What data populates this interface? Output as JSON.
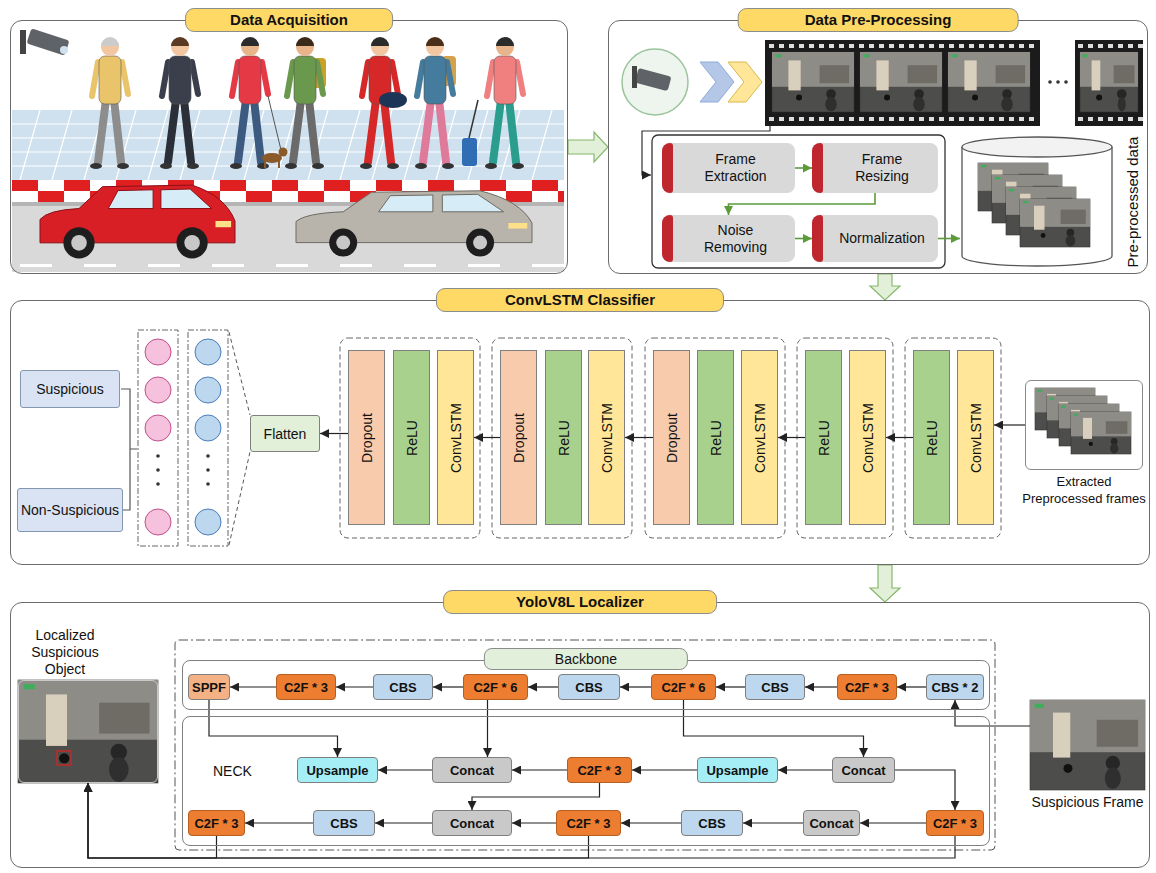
{
  "diagram": {
    "nodes": [
      {
        "text": [
          "Data Acquisition"
        ]
      },
      {
        "text": [
          "Data Pre-Processing"
        ]
      },
      {
        "text": [
          "Frame Extraction"
        ],
        "in": 1
      },
      {
        "text": [
          "Frame Resizing"
        ],
        "in": 1
      },
      {
        "text": [
          "Noise Removing"
        ],
        "in": 1
      },
      {
        "text": [
          "Normalization"
        ],
        "in": 1
      },
      {
        "text": [
          "Pre-processed data"
        ],
        "in": 1
      },
      {
        "text": [
          "ConvLSTM Classifier"
        ]
      },
      {
        "text": [
          "Suspicious"
        ],
        "in": 7
      },
      {
        "text": [
          "Non-Suspicious"
        ],
        "in": 7
      },
      {
        "text": [
          "Flatten"
        ],
        "in": 7
      },
      {
        "text": [
          "Dropout"
        ],
        "in": 7
      },
      {
        "text": [
          "ReLU"
        ],
        "in": 7
      },
      {
        "text": [
          "ConvLSTM"
        ],
        "in": 7
      },
      {
        "text": [
          "Dropout"
        ],
        "in": 7
      },
      {
        "text": [
          "ReLU"
        ],
        "in": 7
      },
      {
        "text": [
          "ConvLSTM"
        ],
        "in": 7
      },
      {
        "text": [
          "Dropout"
        ],
        "in": 7
      },
      {
        "text": [
          "ReLU"
        ],
        "in": 7
      },
      {
        "text": [
          "ConvLSTM"
        ],
        "in": 7
      },
      {
        "text": [
          "ReLU"
        ],
        "in": 7
      },
      {
        "text": [
          "ConvLSTM"
        ],
        "in": 7
      },
      {
        "text": [
          "ReLU"
        ],
        "in": 7
      },
      {
        "text": [
          "ConvLSTM"
        ],
        "in": 7
      },
      {
        "text": [
          "Extracted Preprocessed frames"
        ],
        "in": 7
      },
      {
        "text": [
          "YoloV8L Localizer"
        ]
      },
      {
        "text": [
          "Localized Suspicious Object"
        ],
        "in": 25
      },
      {
        "text": [
          "Backbone"
        ],
        "in": 25
      },
      {
        "text": [
          "SPPF"
        ],
        "in": 27
      },
      {
        "text": [
          "C2F * 3"
        ],
        "in": 27
      },
      {
        "text": [
          "CBS"
        ],
        "in": 27
      },
      {
        "text": [
          "C2F * 6"
        ],
        "in": 27
      },
      {
        "text": [
          "CBS"
        ],
        "in": 27
      },
      {
        "text": [
          "C2F * 6"
        ],
        "in": 27
      },
      {
        "text": [
          "CBS"
        ],
        "in": 27
      },
      {
        "text": [
          "C2F * 3"
        ],
        "in": 27
      },
      {
        "text": [
          "CBS * 2"
        ],
        "in": 27
      },
      {
        "text": [
          "NECK"
        ],
        "in": 25
      },
      {
        "text": [
          "Upsample"
        ],
        "in": 37
      },
      {
        "text": [
          "Concat"
        ],
        "in": 37
      },
      {
        "text": [
          "C2F * 3"
        ],
        "in": 37
      },
      {
        "text": [
          "Upsample"
        ],
        "in": 37
      },
      {
        "text": [
          "Concat"
        ],
        "in": 37
      },
      {
        "text": [
          "C2F * 3"
        ],
        "in": 37
      },
      {
        "text": [
          "CBS"
        ],
        "in": 37
      },
      {
        "text": [
          "Concat"
        ],
        "in": 37
      },
      {
        "text": [
          "C2F * 3"
        ],
        "in": 37
      },
      {
        "text": [
          "CBS"
        ],
        "in": 37
      },
      {
        "text": [
          "Concat"
        ],
        "in": 37
      },
      {
        "text": [
          "C2F * 3"
        ],
        "in": 37
      },
      {
        "text": [
          "Suspicious Frame"
        ],
        "in": 25
      }
    ],
    "edges": [
      {
        "from": 0,
        "to": 1,
        "arrow": "to"
      },
      {
        "from": 1,
        "to": 7,
        "arrow": "to"
      },
      {
        "from": 7,
        "to": 25,
        "arrow": "to"
      },
      {
        "from": 2,
        "to": 3,
        "arrow": "to"
      },
      {
        "from": 3,
        "to": 4,
        "arrow": "to"
      },
      {
        "from": 4,
        "to": 5,
        "arrow": "to"
      },
      {
        "from": 5,
        "to": 6,
        "arrow": "to"
      },
      {
        "from": 24,
        "to": 23,
        "arrow": "to"
      },
      {
        "from": 22,
        "to": 21,
        "arrow": "to"
      },
      {
        "from": 20,
        "to": 19,
        "arrow": "to"
      },
      {
        "from": 17,
        "to": 16,
        "arrow": "to"
      },
      {
        "from": 14,
        "to": 13,
        "arrow": "to"
      },
      {
        "from": 11,
        "to": 10,
        "arrow": "to"
      },
      {
        "from": 50,
        "to": 36,
        "arrow": "to"
      },
      {
        "from": 36,
        "to": 35,
        "arrow": "to"
      },
      {
        "from": 35,
        "to": 34,
        "arrow": "to"
      },
      {
        "from": 34,
        "to": 33,
        "arrow": "to"
      },
      {
        "from": 33,
        "to": 32,
        "arrow": "to"
      },
      {
        "from": 32,
        "to": 31,
        "arrow": "to"
      },
      {
        "from": 31,
        "to": 30,
        "arrow": "to"
      },
      {
        "from": 30,
        "to": 29,
        "arrow": "to"
      },
      {
        "from": 29,
        "to": 28,
        "arrow": "to"
      },
      {
        "from": 33,
        "to": 42,
        "arrow": "to"
      },
      {
        "from": 42,
        "to": 41,
        "arrow": "to"
      },
      {
        "from": 41,
        "to": 40,
        "arrow": "to"
      },
      {
        "from": 40,
        "to": 39,
        "arrow": "to"
      },
      {
        "from": 39,
        "to": 38,
        "arrow": "to"
      },
      {
        "from": 31,
        "to": 39,
        "arrow": "to"
      },
      {
        "from": 28,
        "to": 38,
        "arrow": "to"
      },
      {
        "from": 42,
        "to": 49,
        "arrow": "to"
      },
      {
        "from": 49,
        "to": 48,
        "arrow": "to"
      },
      {
        "from": 48,
        "to": 47,
        "arrow": "to"
      },
      {
        "from": 47,
        "to": 46,
        "arrow": "to"
      },
      {
        "from": 46,
        "to": 45,
        "arrow": "to"
      },
      {
        "from": 40,
        "to": 45,
        "arrow": "to"
      },
      {
        "from": 45,
        "to": 44,
        "arrow": "to"
      },
      {
        "from": 44,
        "to": 43,
        "arrow": "to"
      },
      {
        "from": 43,
        "to": 26,
        "arrow": "to"
      },
      {
        "from": 46,
        "to": 26,
        "arrow": "to"
      },
      {
        "from": 49,
        "to": 26,
        "arrow": "to"
      }
    ]
  }
}
